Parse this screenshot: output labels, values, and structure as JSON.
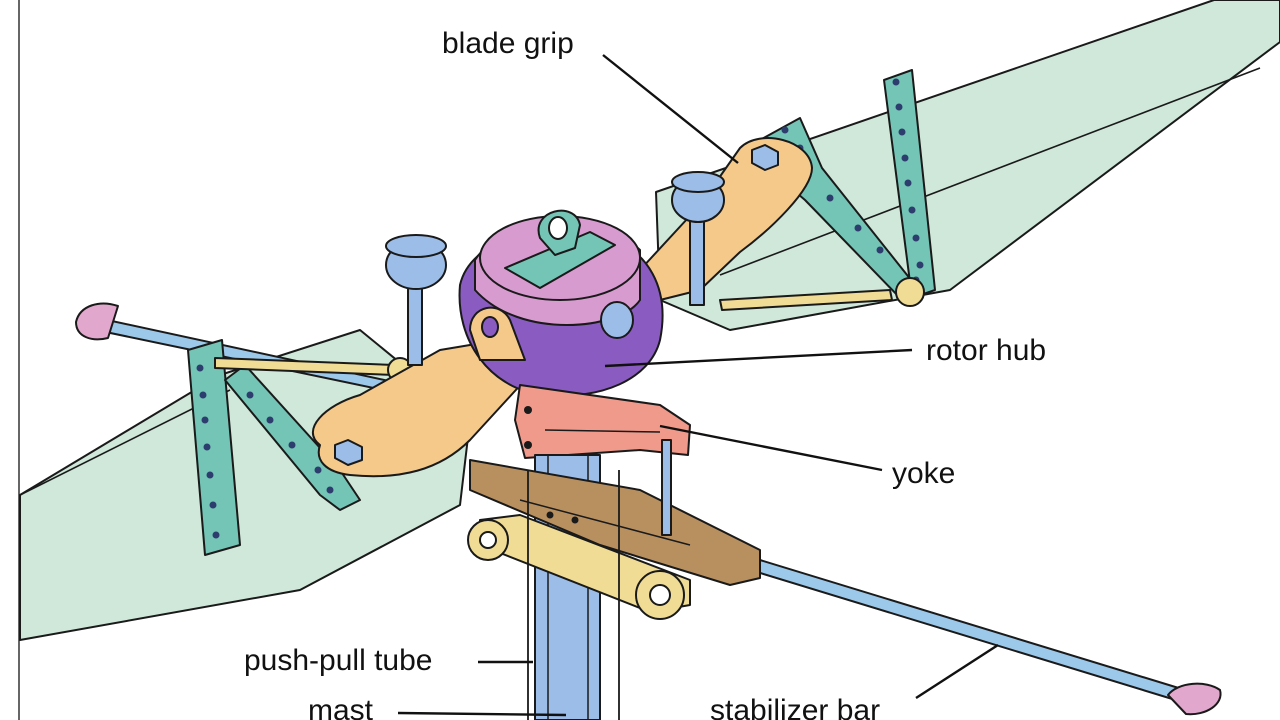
{
  "labels": {
    "blade_grip": "blade grip",
    "rotor_hub": "rotor hub",
    "yoke": "yoke",
    "push_pull_tube": "push-pull tube",
    "mast": "mast",
    "stabilizer_bar": "stabilizer bar"
  },
  "colors": {
    "blade": "#cfe8d9",
    "stabilizer_rod": "#9cc8ea",
    "stabilizer_tip": "#e2a7cc",
    "pitch_arm": "#74c5b6",
    "blade_grip": "#f5c98a",
    "rotor_hub": "#8a5cc2",
    "hub_cap": "#d79bd0",
    "yoke": "#ef9a8b",
    "mast": "#9cbde8",
    "bracket": "#b89060",
    "push_pull_link": "#f0dc94"
  }
}
